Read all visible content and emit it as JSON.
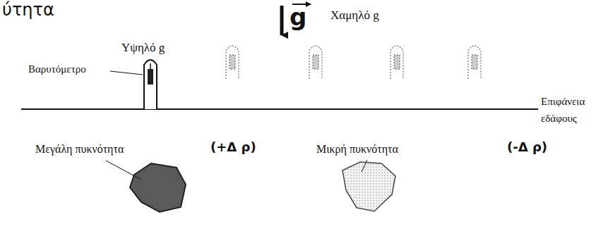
{
  "diagram": {
    "title": "ύτητα",
    "labels": [
      "Υψηλό g",
      "Χαμηλό g",
      "g",
      "Βαρυτόμετρο",
      "Επιφάνεια εδάφους",
      "Μεγάλη πυκνότητα",
      "(+Δ ρ)",
      "Μικρή πυκνότητα",
      "(-Δ ρ)"
    ]
  }
}
